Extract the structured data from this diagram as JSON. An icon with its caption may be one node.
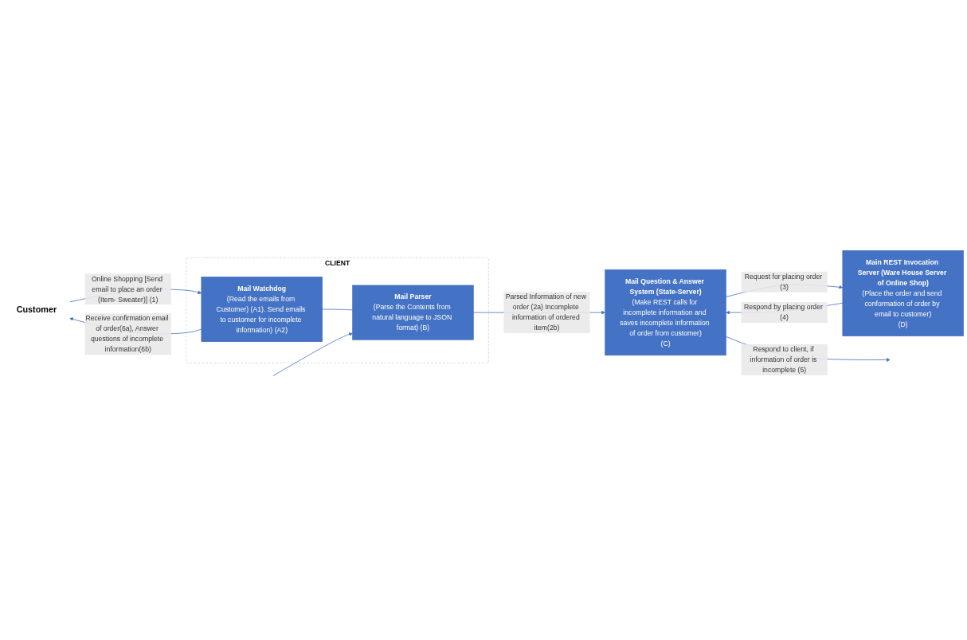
{
  "diagram": {
    "nodes": [
      {
        "text": [
          "Customer"
        ]
      },
      {
        "text": [
          "CLIENT"
        ]
      },
      {
        "text": [
          "Mail Watchdog",
          "(Read the emails from Customer) (A1). Send emails to customer for incomplete information) (A2)"
        ],
        "in": 1
      },
      {
        "text": [
          "Mail Parser",
          "(Parse the Contents from natural language to JSON format) (B)"
        ],
        "in": 1
      },
      {
        "text": [
          "Main REST Invocation Server (Ware House Server of Online Shop)",
          "(Place the order and send conformation of order by email to customer)",
          "(D)"
        ]
      },
      {
        "text": [
          "Mail Question & Answer System (State-Server)",
          "(Make REST calls for incomplete information and saves incomplete information of order from customer)",
          "(C)"
        ]
      }
    ],
    "edges": [
      {
        "from": 0,
        "to": 2,
        "arrow": "to",
        "label": "Online Shopping [Send email to place an order (Item- Sweater)] (1)"
      },
      {
        "from": 2,
        "to": 0,
        "arrow": "to",
        "label": "Receive confirmation email of order(6a), Answer questions of incomplete information(6b)"
      },
      {
        "from": 2,
        "to": 3,
        "arrow": "none"
      },
      {
        "from": null,
        "to": 3,
        "arrow": "to"
      },
      {
        "from": 3,
        "to": 5,
        "arrow": "to",
        "label": "Parsed Information of new order (2a) Incomplete information of ordered item(2b)"
      },
      {
        "from": 5,
        "to": 4,
        "arrow": "to",
        "label": "Request for placing order (3)"
      },
      {
        "from": 4,
        "to": 5,
        "arrow": "to",
        "label": "Respond by placing order (4)"
      },
      {
        "from": 5,
        "to": null,
        "arrow": "to",
        "label": "Respond to client, if information of order is incomplete (5)"
      }
    ]
  }
}
